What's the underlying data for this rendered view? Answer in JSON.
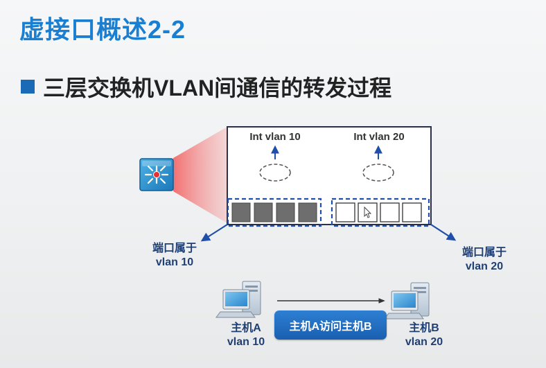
{
  "slide": {
    "title": "虚接口概述2-2",
    "bullet": "三层交换机VLAN间通信的转发过程"
  },
  "switch_box": {
    "interfaces": [
      {
        "label": "Int vlan 10"
      },
      {
        "label": "Int vlan 20"
      }
    ],
    "port_groups": [
      {
        "vlan": "10",
        "ports": 4,
        "style": "filled"
      },
      {
        "vlan": "20",
        "ports": 4,
        "style": "empty"
      }
    ]
  },
  "port_labels": [
    {
      "line1": "端口属于",
      "line2": "vlan 10"
    },
    {
      "line1": "端口属于",
      "line2": "vlan 20"
    }
  ],
  "hosts": [
    {
      "name": "主机A",
      "vlan": "vlan 10"
    },
    {
      "name": "主机B",
      "vlan": "vlan 20"
    }
  ],
  "action": {
    "label": "主机A访问主机B"
  },
  "colors": {
    "title": "#1b7fd1",
    "bullet_square": "#1b6ab8",
    "dash_blue": "#1f4fa8",
    "port_fill": "#6e6e6e",
    "zoom_red": "#f26a6a",
    "button": "#1a5fb0"
  },
  "icons": [
    "l3-switch-icon",
    "computer-icon",
    "cursor-icon"
  ]
}
